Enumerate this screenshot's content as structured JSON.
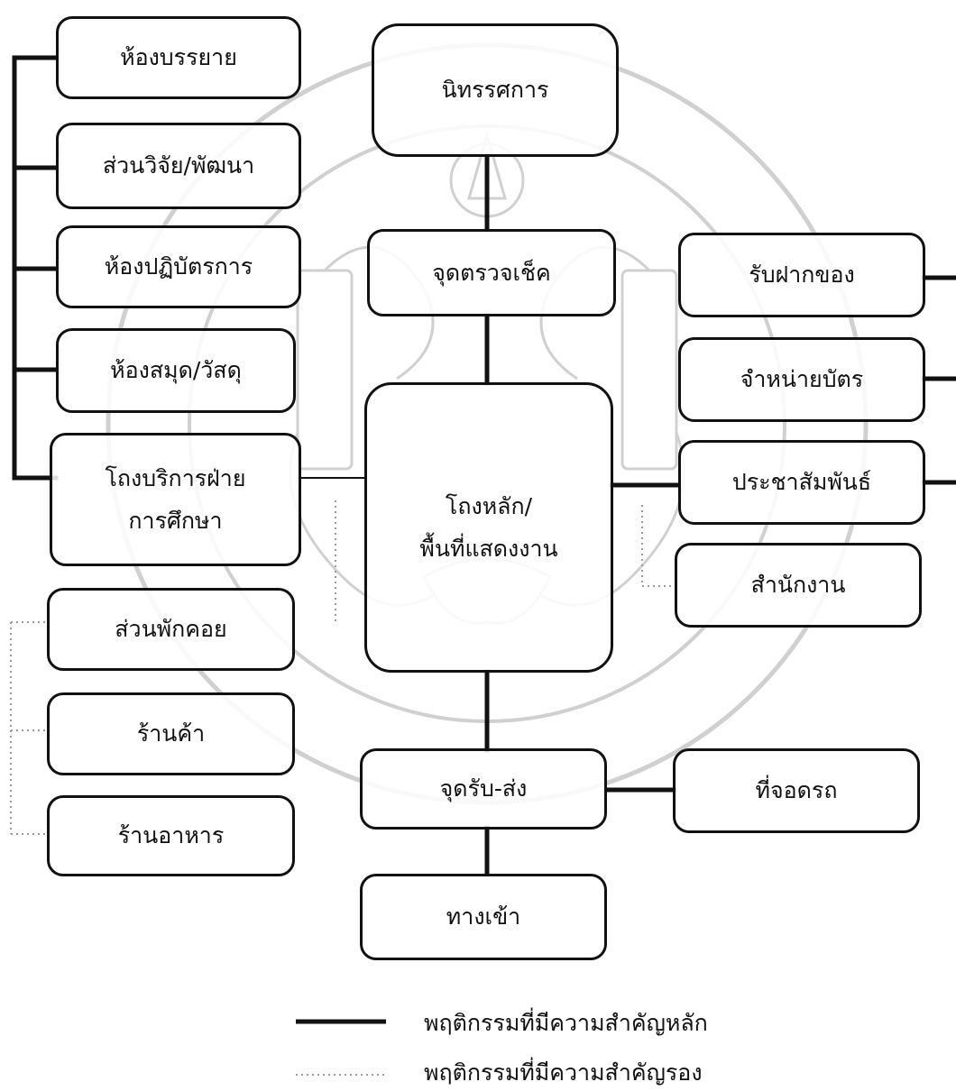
{
  "diagram": {
    "nodes": {
      "lecture_room": "ห้องบรรยาย",
      "research": "ส่วนวิจัย/พัฒนา",
      "lab": "ห้องปฏิบัตรการ",
      "library": "ห้องสมุด/วัสดุ",
      "edu_hall_line1": "โถงบริการฝ่าย",
      "edu_hall_line2": "การศึกษา",
      "rest_area": "ส่วนพักคอย",
      "shop": "ร้านค้า",
      "restaurant": "ร้านอาหาร",
      "exhibition": "นิทรรศการ",
      "checkpoint": "จุดตรวจเช็ค",
      "main_hall_line1": "โถงหลัก/",
      "main_hall_line2": "พื้นที่แสดงงาน",
      "dropoff": "จุดรับ-ส่ง",
      "entrance": "ทางเข้า",
      "parking": "ที่จอดรถ",
      "cloakroom": "รับฝากของ",
      "ticketing": "จำหน่ายบัตร",
      "pr": "ประชาสัมพันธ์",
      "office": "สำนักงาน"
    },
    "legend": {
      "primary": "พฤติกรรมที่มีความสำคัญหลัก",
      "secondary": "พฤติกรรมที่มีความสำคัญรอง"
    },
    "colors": {
      "line": "#111111",
      "dotted": "#9a9a9a",
      "watermark": "#c8c8c8"
    }
  }
}
